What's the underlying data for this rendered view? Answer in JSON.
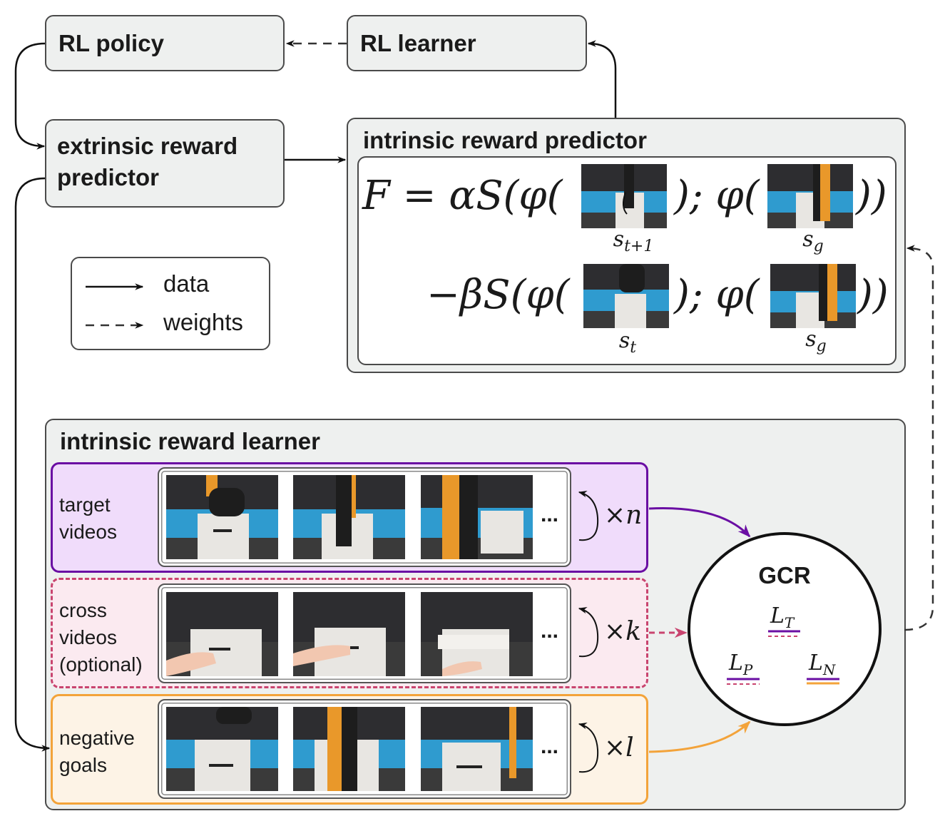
{
  "nodes": {
    "rl_policy": "RL policy",
    "rl_learner": "RL learner",
    "extrinsic": "extrinsic reward\npredictor"
  },
  "intrinsic_predictor": {
    "title": "intrinsic reward predictor",
    "line1": {
      "lhs": "F = αS(φ(",
      "mid": "); φ(",
      "end": "))",
      "sub1": "s",
      "sub1_idx": "t+1",
      "sub2": "s",
      "sub2_idx": "g"
    },
    "line2": {
      "lhs": "−βS(φ(",
      "mid": "); φ(",
      "end": "))",
      "sub1": "s",
      "sub1_idx": "t",
      "sub2": "s",
      "sub2_idx": "g"
    }
  },
  "legend": {
    "data": "data",
    "weights": "weights"
  },
  "learner": {
    "title": "intrinsic reward learner",
    "groups": [
      {
        "label": "target\nvideos",
        "ellipsis": "...",
        "mult": "×n",
        "border": "#6a0ea3",
        "fill": "#f0dcfb",
        "style": "solid"
      },
      {
        "label": "cross\nvideos\n(optional)",
        "ellipsis": "...",
        "mult": "×k",
        "border": "#c9446f",
        "fill": "#fbeaf0",
        "style": "dashed"
      },
      {
        "label": "negative\ngoals",
        "ellipsis": "...",
        "mult": "×l",
        "border": "#f3a33a",
        "fill": "#fdf3e6",
        "style": "solid"
      }
    ]
  },
  "gcr": {
    "title": "GCR",
    "loss_t": "L",
    "loss_t_idx": "T",
    "loss_p": "L",
    "loss_p_idx": "P",
    "loss_n": "L",
    "loss_n_idx": "N"
  },
  "colors": {
    "purple": "#6a0ea3",
    "pink": "#c9446f",
    "orange": "#f3a33a",
    "robot_orange": "#e9982a",
    "wall_blue": "#2f9bcf"
  }
}
